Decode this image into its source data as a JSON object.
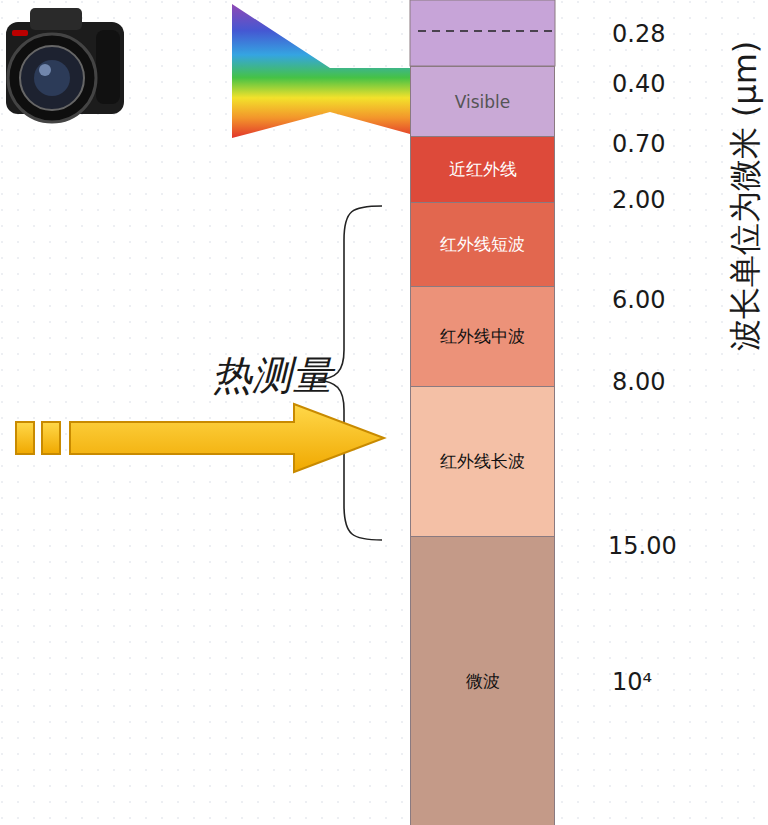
{
  "diagram": {
    "nodes": [
      {
        "text": [
          "Visible"
        ]
      },
      {
        "text": [
          "近红外线"
        ]
      },
      {
        "text": [
          "红外线短波"
        ]
      },
      {
        "text": [
          "红外线中波"
        ]
      },
      {
        "text": [
          "红外线长波"
        ]
      },
      {
        "text": [
          "微波"
        ]
      }
    ],
    "edges": [],
    "labels": [
      "0.28",
      "0.40",
      "0.70",
      "2.00",
      "6.00",
      "8.00",
      "15.00",
      "10⁴",
      "热测量",
      "波长单位为微米 (μm)"
    ]
  }
}
